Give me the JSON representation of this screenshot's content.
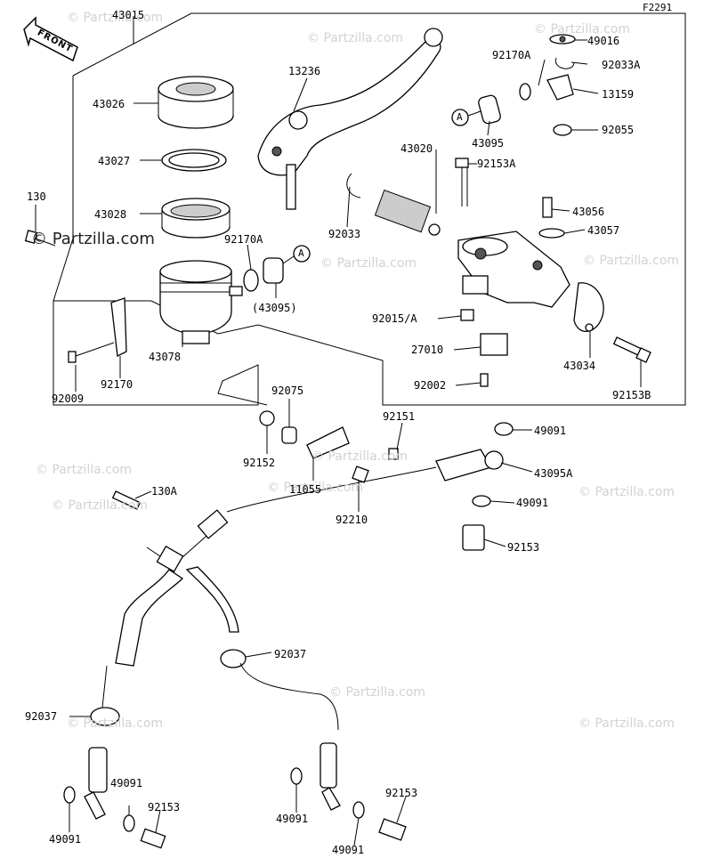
{
  "figure_code": "F2291",
  "front_tag": "FRONT",
  "watermarks": [
    "© Partzilla.com",
    "© Partzilla.com",
    "© Partzilla.com",
    "© Partzilla.com",
    "© Partzilla.com",
    "© Partzilla.com",
    "© Partzilla.com",
    "© Partzilla.com",
    "© Partzilla.com",
    "© Partzilla.com",
    "© Partzilla.com",
    "© Partzilla.com",
    "© Partzilla.com"
  ],
  "watermark_main": "© Partzilla.com",
  "ref_marks": [
    "A",
    "A"
  ],
  "callouts": [
    "43015",
    "43026",
    "43027",
    "43028",
    "130",
    "92170A",
    "(43095)",
    "43078",
    "92170",
    "92009",
    "13236",
    "43020",
    "92033",
    "92170A",
    "92033A",
    "49016",
    "13159",
    "92055",
    "43095",
    "92153A",
    "43056",
    "43057",
    "92015/A",
    "27010",
    "92002",
    "43034",
    "92153B",
    "49091",
    "92075",
    "92152",
    "92151",
    "11055",
    "92210",
    "43095A",
    "49091",
    "92153",
    "130A",
    "92037",
    "92037",
    "49091",
    "92153",
    "49091",
    "92153",
    "49091"
  ]
}
